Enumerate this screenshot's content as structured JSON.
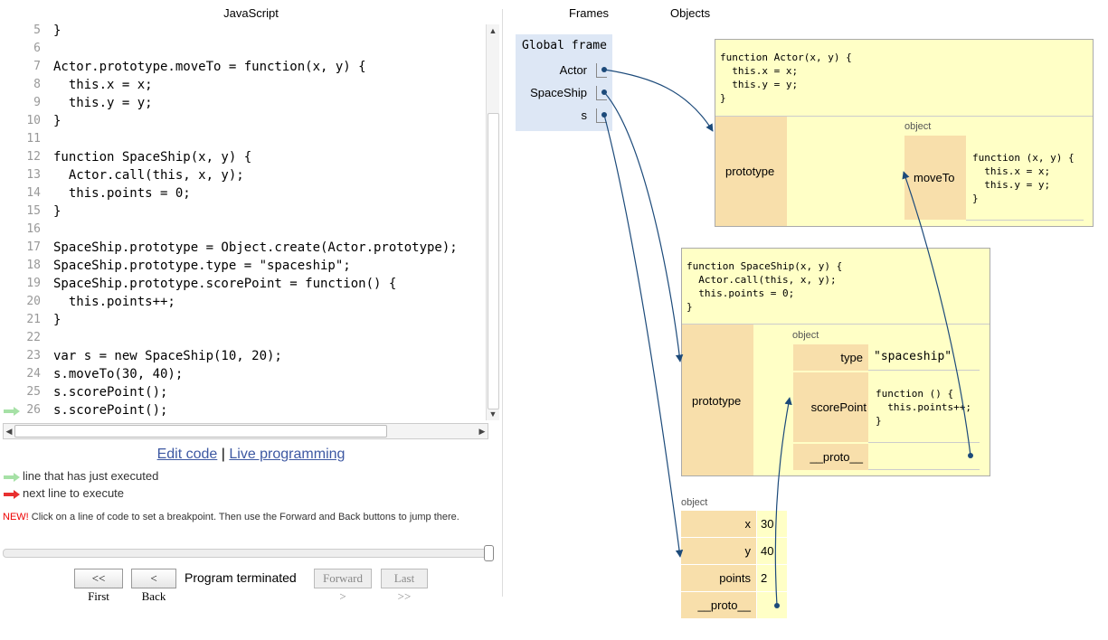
{
  "code_pane": {
    "language": "JavaScript",
    "lines": [
      {
        "num": "5",
        "text": "}"
      },
      {
        "num": "6",
        "text": ""
      },
      {
        "num": "7",
        "text": "Actor.prototype.moveTo = function(x, y) {"
      },
      {
        "num": "8",
        "text": "  this.x = x;"
      },
      {
        "num": "9",
        "text": "  this.y = y;"
      },
      {
        "num": "10",
        "text": "}"
      },
      {
        "num": "11",
        "text": ""
      },
      {
        "num": "12",
        "text": "function SpaceShip(x, y) {"
      },
      {
        "num": "13",
        "text": "  Actor.call(this, x, y);"
      },
      {
        "num": "14",
        "text": "  this.points = 0;"
      },
      {
        "num": "15",
        "text": "}"
      },
      {
        "num": "16",
        "text": ""
      },
      {
        "num": "17",
        "text": "SpaceShip.prototype = Object.create(Actor.prototype);"
      },
      {
        "num": "18",
        "text": "SpaceShip.prototype.type = \"spaceship\";"
      },
      {
        "num": "19",
        "text": "SpaceShip.prototype.scorePoint = function() {"
      },
      {
        "num": "20",
        "text": "  this.points++;"
      },
      {
        "num": "21",
        "text": "}"
      },
      {
        "num": "22",
        "text": ""
      },
      {
        "num": "23",
        "text": "var s = new SpaceShip(10, 20);"
      },
      {
        "num": "24",
        "text": "s.moveTo(30, 40);"
      },
      {
        "num": "25",
        "text": "s.scorePoint();"
      },
      {
        "num": "26",
        "text": "s.scorePoint();"
      }
    ],
    "current_line": "26"
  },
  "links": {
    "edit_code": "Edit code",
    "separator": "|",
    "live_programming": "Live programming"
  },
  "legend": {
    "just_executed": "line that has just executed",
    "next_line": "next line to execute"
  },
  "notice": {
    "new_tag": "NEW!",
    "text": " Click on a line of code to set a breakpoint. Then use the Forward and Back buttons to jump there."
  },
  "controls": {
    "first": "<< First",
    "back": "< Back",
    "status": "Program terminated",
    "forward": "Forward >",
    "last": "Last >>"
  },
  "viz": {
    "frames_header": "Frames",
    "objects_header": "Objects",
    "global_frame": {
      "title": "Global frame",
      "vars": [
        "Actor",
        "SpaceShip",
        "s"
      ]
    },
    "actor_fn": {
      "code": "function Actor(x, y) {\n  this.x = x;\n  this.y = y;\n}",
      "prototype_key": "prototype",
      "proto_obj_label": "object",
      "moveTo_key": "moveTo",
      "moveTo_code": "function (x, y) {\n  this.x = x;\n  this.y = y;\n}"
    },
    "spaceship_fn": {
      "code": "function SpaceShip(x, y) {\n  Actor.call(this, x, y);\n  this.points = 0;\n}",
      "prototype_key": "prototype",
      "proto_obj_label": "object",
      "type_key": "type",
      "type_value": "\"spaceship\"",
      "scorePoint_key": "scorePoint",
      "scorePoint_code": "function () {\n  this.points++;\n}",
      "proto_key": "__proto__"
    },
    "instance": {
      "label": "object",
      "rows": [
        {
          "key": "x",
          "value": "30"
        },
        {
          "key": "y",
          "value": "40"
        },
        {
          "key": "points",
          "value": "2"
        },
        {
          "key": "__proto__",
          "value": ""
        }
      ]
    }
  },
  "colors": {
    "link": "#3D58A2",
    "arrow": "#1c4a7a",
    "frame_bg": "#dde7f5",
    "object_bg": "#ffffc6",
    "key_bg": "#f8dfab"
  }
}
